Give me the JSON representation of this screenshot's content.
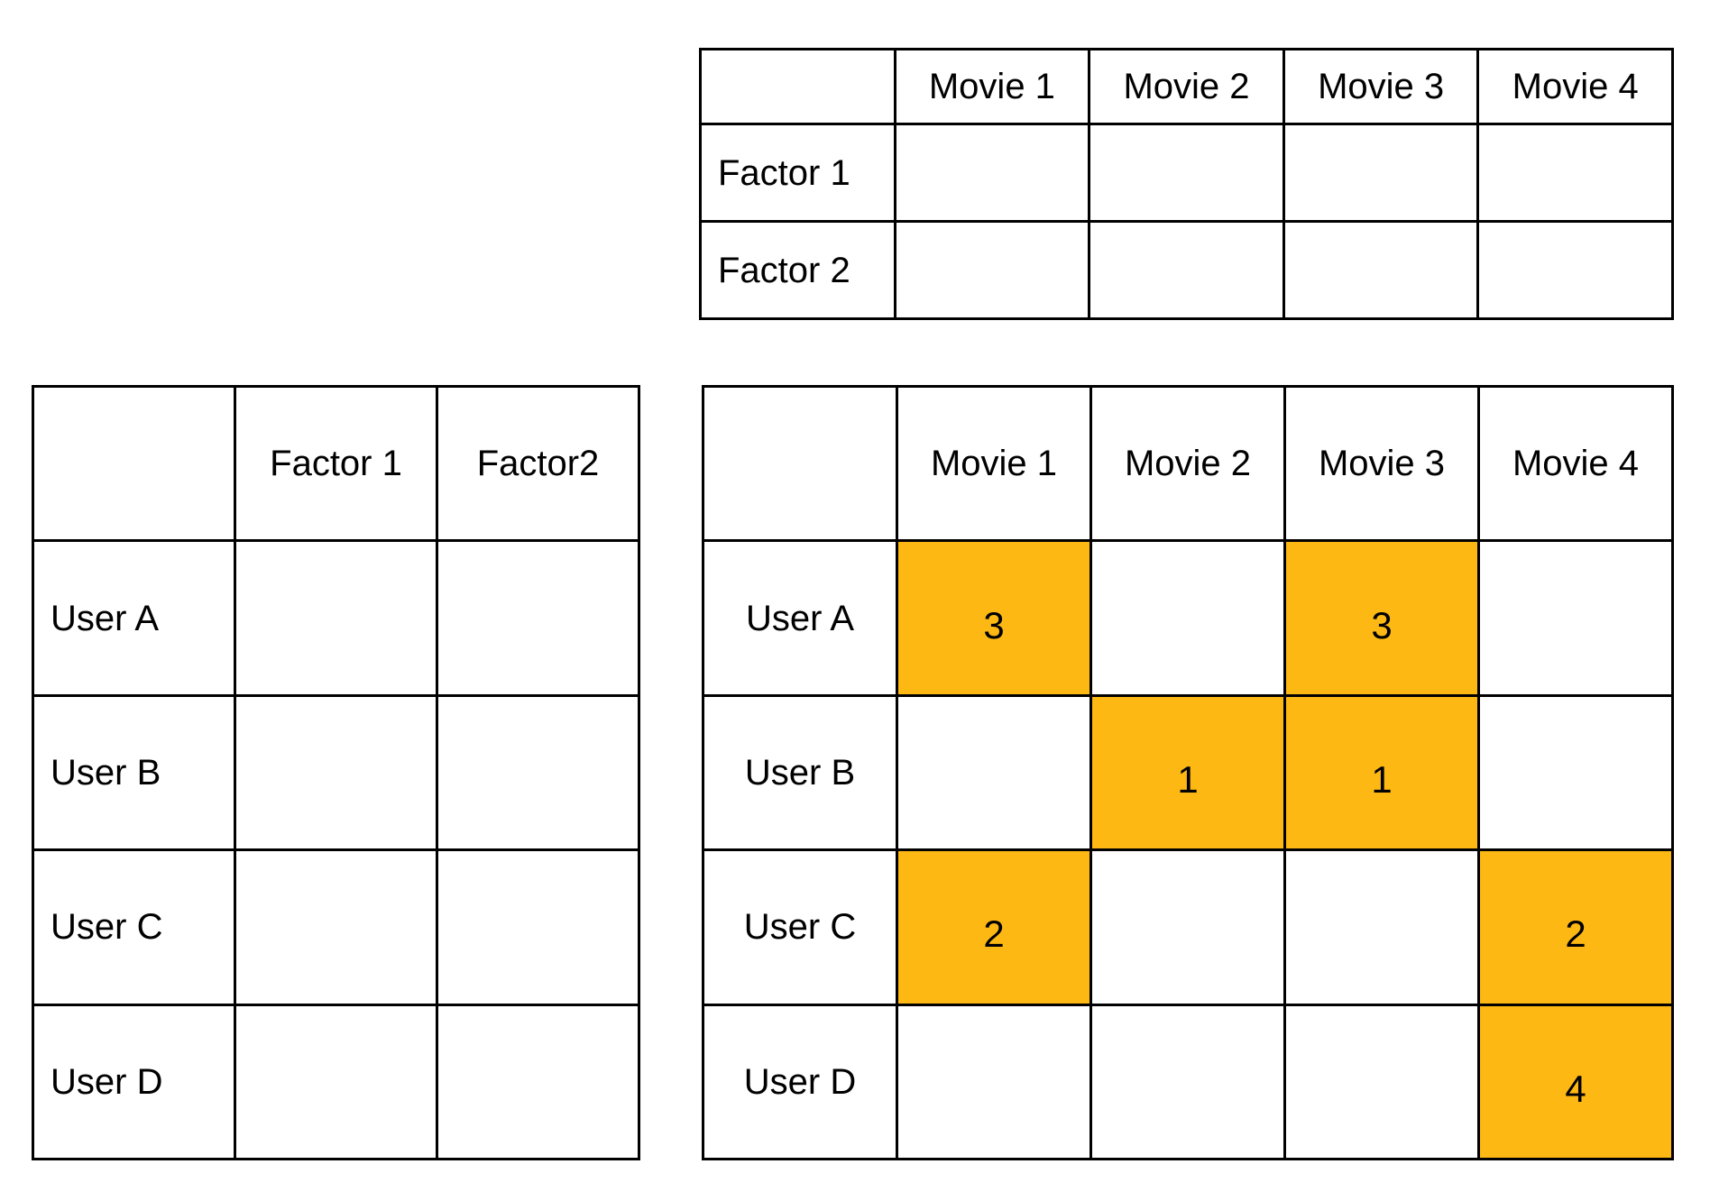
{
  "colors": {
    "background": "#ffffff",
    "border": "#000000",
    "text": "#000000",
    "highlight": "#FDB813"
  },
  "tables": {
    "factor_movie": {
      "description": "item-factor matrix (top)",
      "col_headers": [
        "Movie 1",
        "Movie 2",
        "Movie 3",
        "Movie 4"
      ],
      "row_headers": [
        "Factor 1",
        "Factor 2"
      ],
      "cells": [
        [
          "",
          "",
          "",
          ""
        ],
        [
          "",
          "",
          "",
          ""
        ]
      ]
    },
    "user_factor": {
      "description": "user-factor matrix (bottom left)",
      "col_headers": [
        "Factor 1",
        "Factor2"
      ],
      "row_headers": [
        "User A",
        "User B",
        "User C",
        "User D"
      ],
      "cells": [
        [
          "",
          ""
        ],
        [
          "",
          ""
        ],
        [
          "",
          ""
        ],
        [
          "",
          ""
        ]
      ]
    },
    "user_movie": {
      "description": "user-movie rating matrix (bottom right)",
      "col_headers": [
        "Movie 1",
        "Movie 2",
        "Movie 3",
        "Movie 4"
      ],
      "row_headers": [
        "User A",
        "User B",
        "User C",
        "User D"
      ],
      "cells": [
        [
          {
            "value": "3",
            "highlight": true
          },
          {
            "value": "",
            "highlight": false
          },
          {
            "value": "3",
            "highlight": true
          },
          {
            "value": "",
            "highlight": false
          }
        ],
        [
          {
            "value": "",
            "highlight": false
          },
          {
            "value": "1",
            "highlight": true
          },
          {
            "value": "1",
            "highlight": true
          },
          {
            "value": "",
            "highlight": false
          }
        ],
        [
          {
            "value": "2",
            "highlight": true
          },
          {
            "value": "",
            "highlight": false
          },
          {
            "value": "",
            "highlight": false
          },
          {
            "value": "2",
            "highlight": true
          }
        ],
        [
          {
            "value": "",
            "highlight": false
          },
          {
            "value": "",
            "highlight": false
          },
          {
            "value": "",
            "highlight": false
          },
          {
            "value": "4",
            "highlight": true
          }
        ]
      ]
    }
  }
}
